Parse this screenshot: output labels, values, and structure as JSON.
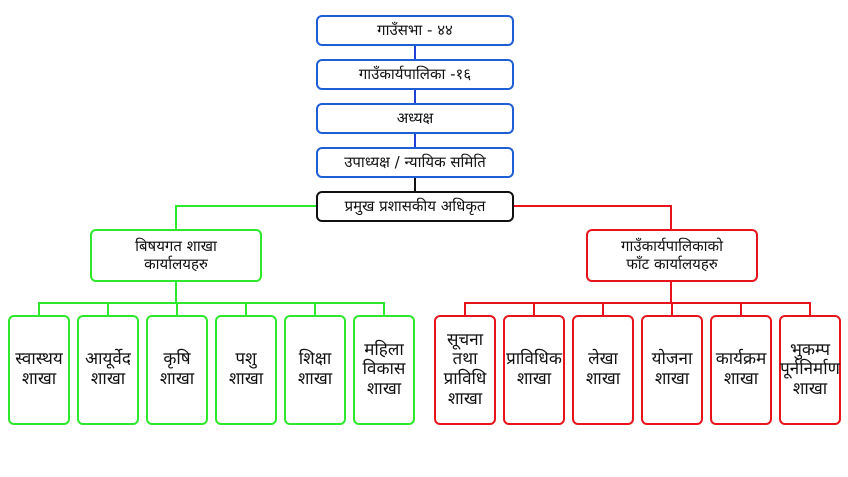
{
  "hierarchy": [
    "गाउँसभा - ४४",
    "गाउँकार्यपालिका -१६",
    "अध्यक्ष",
    "उपाध्यक्ष / न्यायिक समिति",
    "प्रमुख प्रशासकीय अधिकृत"
  ],
  "left_branch": {
    "title": [
      "बिषयगत शाखा",
      "कार्यालयहरु"
    ],
    "color": "#2ee82e",
    "sections": [
      [
        "स्वास्थय",
        "शाखा"
      ],
      [
        "आयूर्वेद",
        "शाखा"
      ],
      [
        "कृषि",
        "शाखा"
      ],
      [
        "पशु",
        "शाखा"
      ],
      [
        "शिक्षा",
        "शाखा"
      ],
      [
        "महिला",
        "विकास",
        "शाखा"
      ]
    ]
  },
  "right_branch": {
    "title": [
      "गाउँकार्यपालिकाको",
      "फाँट कार्यालयहरु"
    ],
    "color": "#e8141c",
    "sections": [
      [
        "सूचना",
        "तथा",
        "प्राविधि",
        "शाखा"
      ],
      [
        "प्राविधिक",
        "शाखा"
      ],
      [
        "लेखा",
        "शाखा"
      ],
      [
        "योजना",
        "शाखा"
      ],
      [
        "कार्यक्रम",
        "शाखा"
      ],
      [
        "भुकम्प",
        "पूर्ननिर्माण",
        "शाखा"
      ]
    ]
  }
}
